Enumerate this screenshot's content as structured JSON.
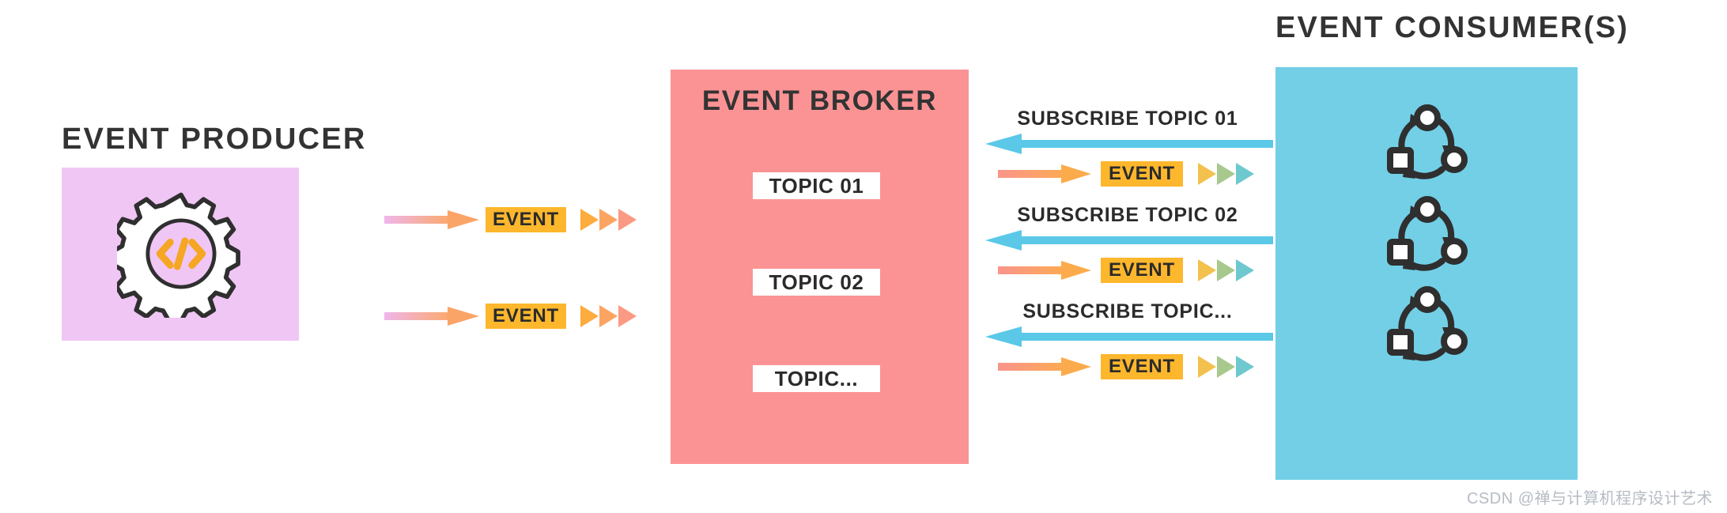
{
  "diagram": {
    "title_producer": "EVENT PRODUCER",
    "title_broker": "EVENT BROKER",
    "title_consumer": "EVENT CONSUMER(S)",
    "colors": {
      "producer_panel": "#f0c6f5",
      "broker_panel": "#fb9394",
      "consumer_panel": "#72cfe6",
      "event_chip": "#fdb72d",
      "subscribe_arrow": "#5bc8e8",
      "topic_chip": "#ffffff",
      "text": "#333333"
    },
    "producer": {
      "icon": "gear-code-icon",
      "flows": [
        {
          "event_label": "EVENT",
          "arrow": "arrow-right-gradient-pink-orange",
          "chevrons": "triple-chevron-orange-salmon"
        },
        {
          "event_label": "EVENT",
          "arrow": "arrow-right-gradient-pink-orange",
          "chevrons": "triple-chevron-orange-salmon"
        }
      ]
    },
    "broker": {
      "topics": [
        {
          "label": "TOPIC 01"
        },
        {
          "label": "TOPIC 02"
        },
        {
          "label": "TOPIC..."
        }
      ]
    },
    "consumer": {
      "flows": [
        {
          "subscribe_label": "SUBSCRIBE TOPIC 01",
          "event_label": "EVENT",
          "icon": "circular-process-icon"
        },
        {
          "subscribe_label": "SUBSCRIBE TOPIC 02",
          "event_label": "EVENT",
          "icon": "circular-process-icon"
        },
        {
          "subscribe_label": "SUBSCRIBE TOPIC...",
          "event_label": "EVENT",
          "icon": "circular-process-icon"
        }
      ]
    },
    "watermark": "CSDN @禅与计算机程序设计艺术"
  }
}
